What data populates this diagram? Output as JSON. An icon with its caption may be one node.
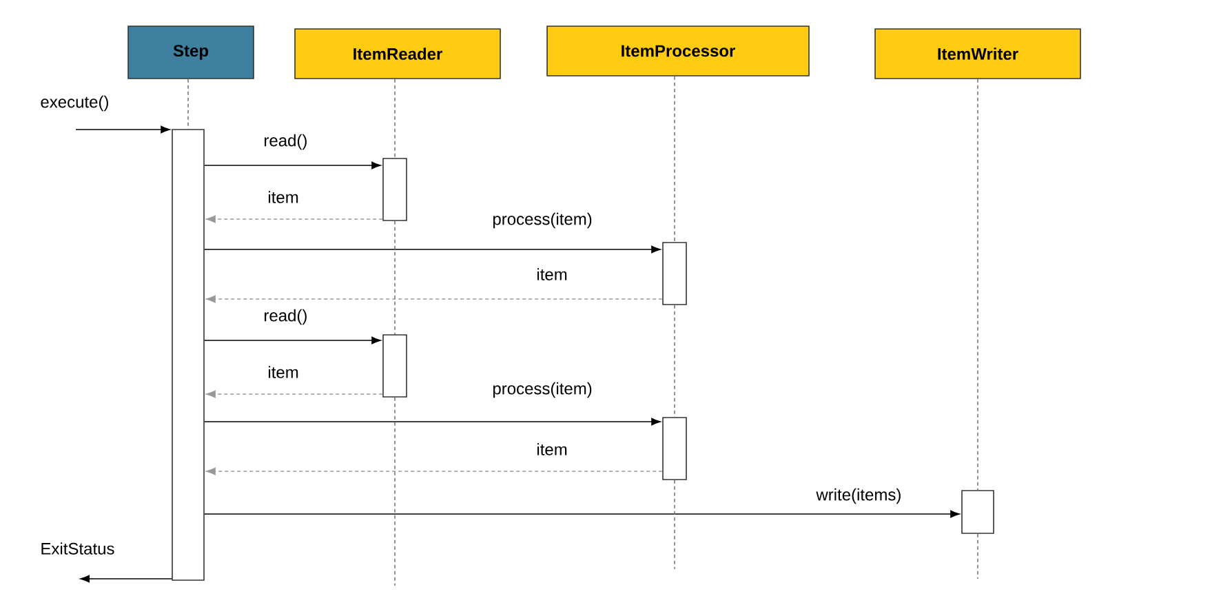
{
  "diagram": {
    "nodes": [
      {
        "text": [
          "Step"
        ]
      },
      {
        "text": [
          "ItemReader"
        ]
      },
      {
        "text": [
          "ItemProcessor"
        ]
      },
      {
        "text": [
          "ItemWriter"
        ]
      },
      {
        "text": [],
        "shape": "bar"
      },
      {
        "text": [],
        "shape": "bar"
      },
      {
        "text": [],
        "shape": "bar"
      },
      {
        "text": [],
        "shape": "bar"
      },
      {
        "text": [],
        "shape": "bar"
      },
      {
        "text": [],
        "shape": "bar"
      }
    ],
    "edges": [
      {
        "from": null,
        "to": 4,
        "arrow": "to",
        "label": "execute()",
        "color": "#000000"
      },
      {
        "from": 4,
        "to": 5,
        "arrow": "to",
        "label": "read()",
        "color": "#000000"
      },
      {
        "from": 5,
        "to": 4,
        "arrow": "to",
        "label": "item",
        "style": "dashed",
        "color": "#999999"
      },
      {
        "from": 4,
        "to": 6,
        "arrow": "to",
        "label": "process(item)",
        "color": "#000000"
      },
      {
        "from": 6,
        "to": 4,
        "arrow": "to",
        "label": "item",
        "style": "dashed",
        "color": "#999999"
      },
      {
        "from": 4,
        "to": 7,
        "arrow": "to",
        "label": "read()",
        "color": "#000000"
      },
      {
        "from": 7,
        "to": 4,
        "arrow": "to",
        "label": "item",
        "style": "dashed",
        "color": "#999999"
      },
      {
        "from": 4,
        "to": 8,
        "arrow": "to",
        "label": "process(item)",
        "color": "#000000"
      },
      {
        "from": 8,
        "to": 4,
        "arrow": "to",
        "label": "item",
        "style": "dashed",
        "color": "#999999"
      },
      {
        "from": 4,
        "to": 9,
        "arrow": "to",
        "label": "write(items)",
        "color": "#000000"
      },
      {
        "from": 4,
        "to": null,
        "arrow": "to",
        "label": "ExitStatus",
        "color": "#000000"
      },
      {
        "from": 0,
        "to": 4,
        "arrow": "none",
        "style": "dashed",
        "color": "#777777"
      },
      {
        "from": 1,
        "to": 5,
        "arrow": "none",
        "style": "dashed",
        "color": "#777777"
      },
      {
        "from": 5,
        "to": 7,
        "arrow": "none",
        "style": "dashed",
        "color": "#777777"
      },
      {
        "from": 7,
        "to": null,
        "arrow": "none",
        "style": "dashed",
        "color": "#777777"
      },
      {
        "from": 2,
        "to": 6,
        "arrow": "none",
        "style": "dashed",
        "color": "#777777"
      },
      {
        "from": 6,
        "to": 8,
        "arrow": "none",
        "style": "dashed",
        "color": "#777777"
      },
      {
        "from": 8,
        "to": null,
        "arrow": "none",
        "style": "dashed",
        "color": "#777777"
      },
      {
        "from": 3,
        "to": 9,
        "arrow": "none",
        "style": "dashed",
        "color": "#777777"
      },
      {
        "from": 9,
        "to": null,
        "arrow": "none",
        "style": "dashed",
        "color": "#777777"
      }
    ]
  }
}
